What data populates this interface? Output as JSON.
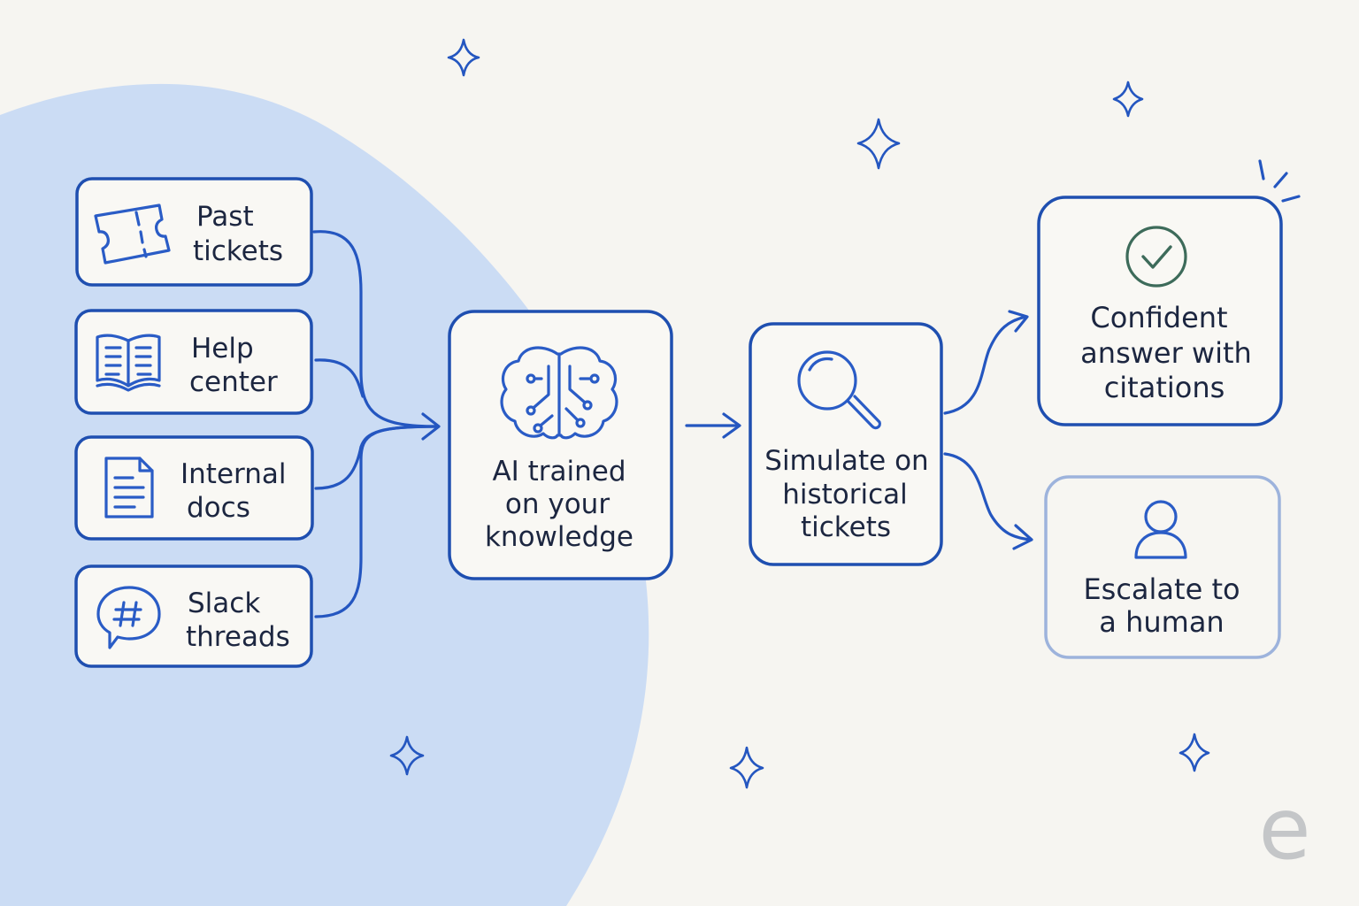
{
  "sources": [
    {
      "lines": [
        "Past",
        "tickets"
      ],
      "icon": "ticket-icon"
    },
    {
      "lines": [
        "Help",
        "center"
      ],
      "icon": "open-book-icon"
    },
    {
      "lines": [
        "Internal",
        "docs"
      ],
      "icon": "document-icon"
    },
    {
      "lines": [
        "Slack",
        "threads"
      ],
      "icon": "chat-hash-icon"
    }
  ],
  "ai_stage": {
    "lines": [
      "AI trained",
      "on your",
      "knowledge"
    ],
    "icon": "brain-circuit-icon"
  },
  "simulate_stage": {
    "lines": [
      "Simulate on",
      "historical",
      "tickets"
    ],
    "icon": "magnifier-icon"
  },
  "outcomes": {
    "confident": {
      "lines": [
        "Confident",
        "answer with",
        "citations"
      ],
      "icon": "check-circle-icon"
    },
    "escalate": {
      "lines": [
        "Escalate to",
        "a human"
      ],
      "icon": "person-icon"
    }
  },
  "watermark": "e",
  "colors": {
    "accent": "#1f4fb0",
    "backdrop_blob": "#cbdcf4",
    "background": "#f6f5f1",
    "muted_border": "#9db3dc",
    "check": "#3d6b5a"
  }
}
